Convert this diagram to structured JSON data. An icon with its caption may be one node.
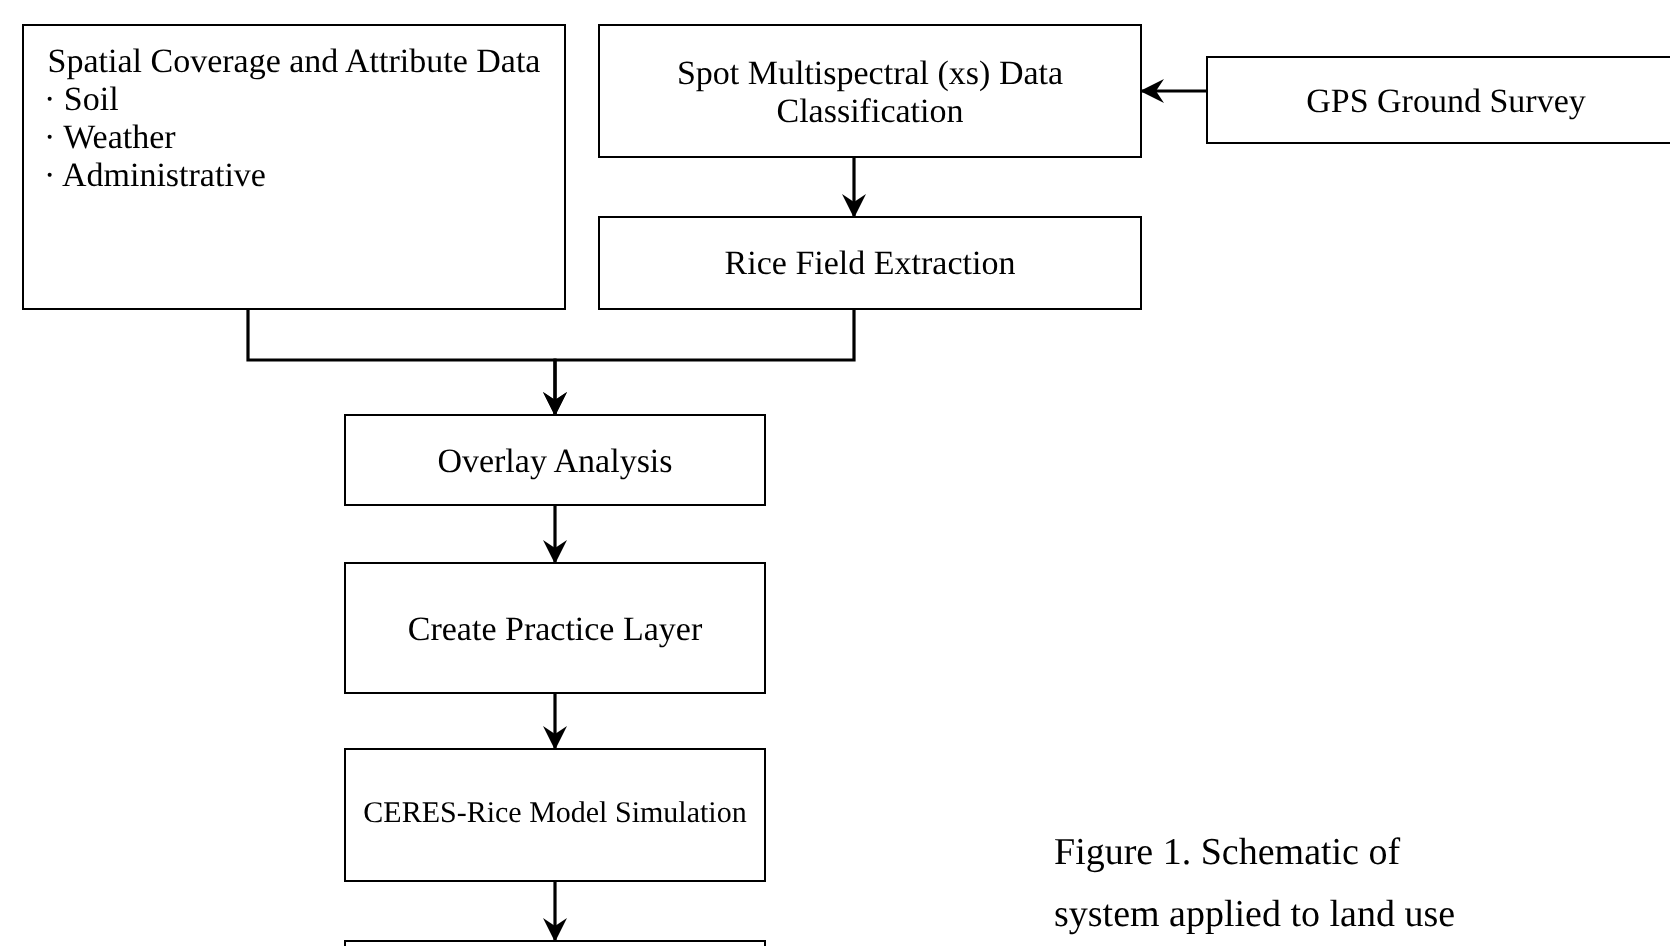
{
  "diagram": {
    "nodes": [
      {
        "text": [
          "Spatial Coverage and Attribute Data",
          "· Soil",
          "· Weather",
          "· Administrative"
        ]
      },
      {
        "text": [
          "Spot Multispectral (xs) Data Classification"
        ]
      },
      {
        "text": [
          "GPS Ground Survey"
        ]
      },
      {
        "text": [
          "Rice Field Extraction"
        ]
      },
      {
        "text": [
          "Overlay Analysis"
        ]
      },
      {
        "text": [
          "Create Practice Layer"
        ]
      },
      {
        "text": [
          "CERES-Rice Model Simulation"
        ]
      },
      {
        "text": [],
        "shape": "box"
      }
    ],
    "edges": [
      {
        "from": 0,
        "to": 4,
        "arrow": "to"
      },
      {
        "from": 3,
        "to": 4,
        "arrow": "to"
      },
      {
        "from": 2,
        "to": 1,
        "arrow": "to"
      },
      {
        "from": 1,
        "to": 3,
        "arrow": "to"
      },
      {
        "from": 4,
        "to": 5,
        "arrow": "to"
      },
      {
        "from": 5,
        "to": 6,
        "arrow": "to"
      },
      {
        "from": 6,
        "to": 7,
        "arrow": "to"
      }
    ],
    "labels": [
      "Figure 1. Schematic of",
      "system applied to land use"
    ]
  }
}
